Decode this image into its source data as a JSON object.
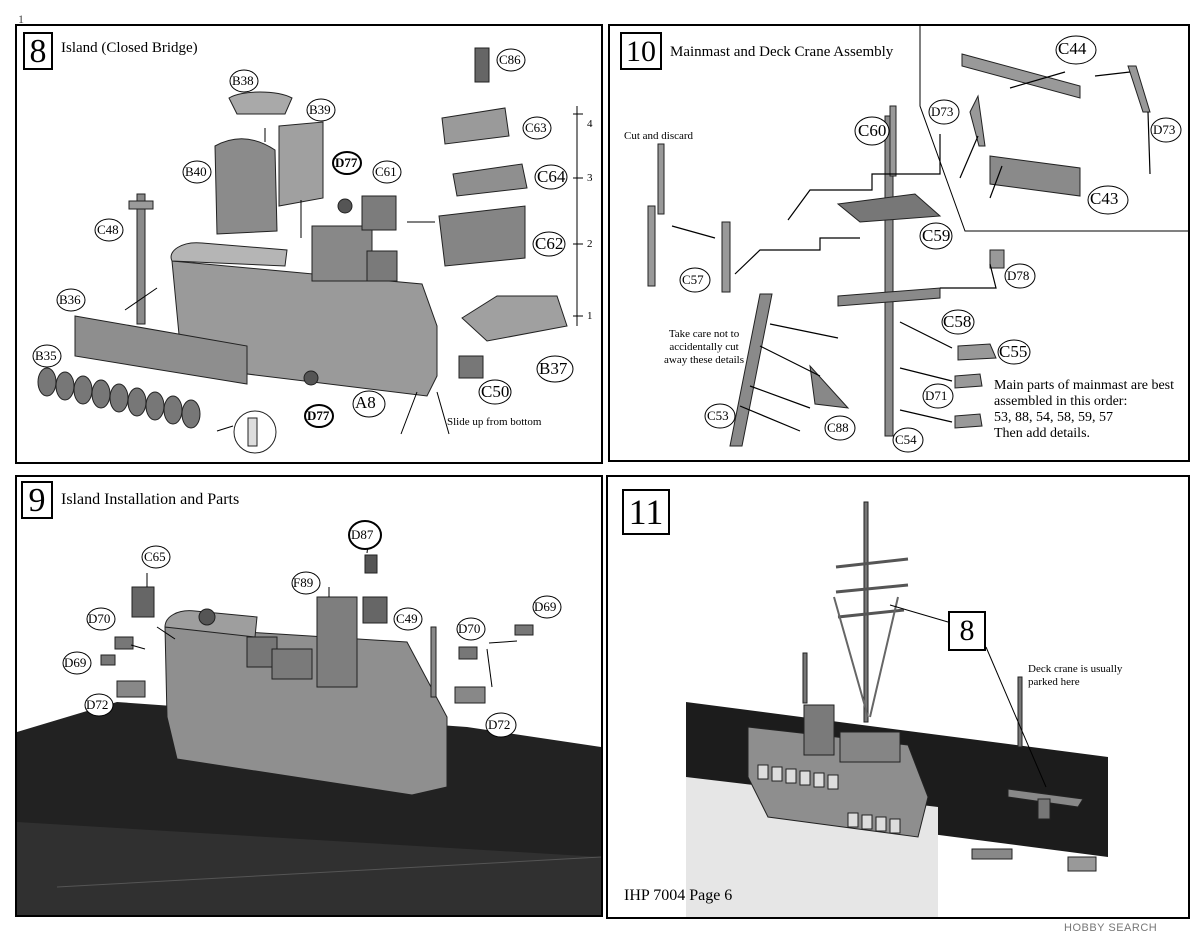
{
  "step8": {
    "number": "8",
    "title": "Island (Closed Bridge)",
    "parts": [
      "B38",
      "B39",
      "B40",
      "D77",
      "C61",
      "C86",
      "C63",
      "C64",
      "C62",
      "C48",
      "B36",
      "B35",
      "A8",
      "D77",
      "C50",
      "B37"
    ],
    "level_marks": [
      "4",
      "3",
      "2",
      "1"
    ],
    "note": "Slide up from bottom"
  },
  "step10": {
    "number": "10",
    "title": "Mainmast and Deck Crane Assembly",
    "cut_note": "Cut and discard",
    "care_note": [
      "Take care not to",
      "accidentally cut",
      "away these details"
    ],
    "parts": [
      "C60",
      "C59",
      "C57",
      "D78",
      "C58",
      "C55",
      "D71",
      "C53",
      "C88",
      "C54",
      "C44",
      "D73",
      "D73",
      "C43"
    ],
    "order_note": [
      "Main parts of mainmast are best",
      "assembled in this order:",
      "53, 88, 54, 58, 59, 57",
      "Then add details."
    ]
  },
  "step9": {
    "number": "9",
    "title": "Island Installation and Parts",
    "parts": [
      "C65",
      "D87",
      "F89",
      "C49",
      "D70",
      "D69",
      "D70",
      "D69",
      "D72",
      "D72"
    ]
  },
  "step11": {
    "number": "11",
    "ref": "8",
    "crane_note": [
      "Deck crane is usually",
      "parked here"
    ],
    "footer": "IHP 7004 Page 6"
  },
  "watermark": "HOBBY SEARCH",
  "corner_mark": "1"
}
